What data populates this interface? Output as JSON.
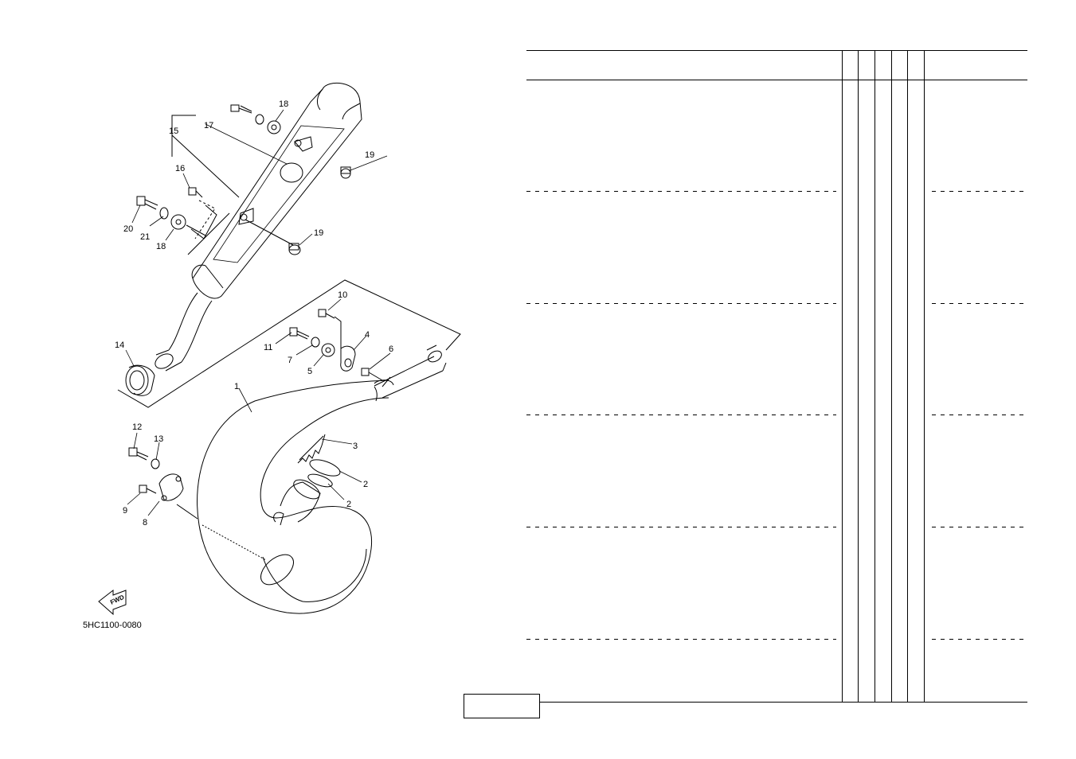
{
  "diagram": {
    "code": "5HC1100-0080",
    "fwd_label": "FWD",
    "callouts": {
      "c1": "1",
      "c2a": "2",
      "c2b": "2",
      "c3": "3",
      "c4": "4",
      "c5": "5",
      "c6": "6",
      "c7": "7",
      "c8": "8",
      "c9": "9",
      "c10": "10",
      "c11": "11",
      "c12": "12",
      "c13": "13",
      "c14": "14",
      "c15": "15",
      "c16": "16",
      "c17": "17",
      "c18a": "18",
      "c18b": "18",
      "c19a": "19",
      "c19b": "19",
      "c20": "20",
      "c21": "21"
    }
  },
  "parts_table": {
    "row_groups": 6,
    "check_columns": 5
  },
  "colors": {
    "line": "#000000",
    "background": "#ffffff"
  }
}
